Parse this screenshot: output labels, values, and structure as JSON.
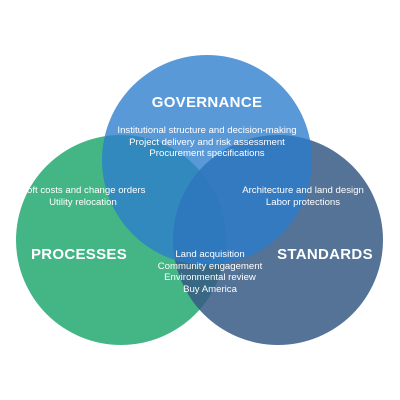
{
  "diagram": {
    "circles": [
      {
        "id": "governance",
        "title": "GOVERNANCE",
        "color": "#2f7fcb",
        "items": [
          "Institutional structure and decision-making",
          "Project delivery and risk assessment",
          "Procurement specifications"
        ]
      },
      {
        "id": "processes",
        "title": "PROCESSES",
        "color": "#34b07c",
        "items": [
          "Soft costs and change orders",
          "Utility relocation"
        ]
      },
      {
        "id": "standards",
        "title": "STANDARDS",
        "color": "#3c5f86",
        "items": [
          "Architecture and land design",
          "Labor protections"
        ]
      }
    ],
    "center_items": [
      "Land acquisition",
      "Community engagement",
      "Environmental review",
      "Buy America"
    ]
  }
}
